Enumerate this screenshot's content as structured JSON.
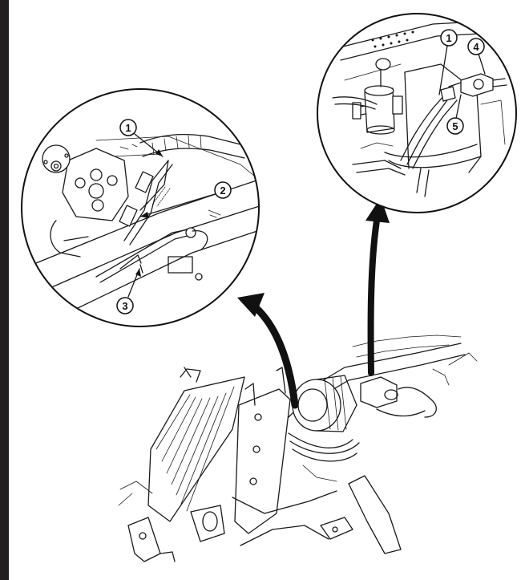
{
  "figure": {
    "left_detail_callouts": [
      {
        "id": "callout-1-left",
        "label": "1"
      },
      {
        "id": "callout-2-left",
        "label": "2"
      },
      {
        "id": "callout-3-left",
        "label": "3"
      }
    ],
    "right_detail_callouts": [
      {
        "id": "callout-1-right",
        "label": "1"
      },
      {
        "id": "callout-4-right",
        "label": "4"
      },
      {
        "id": "callout-5-right",
        "label": "5"
      }
    ],
    "colors": {
      "ink": "#1a1a1a",
      "page_edge": "#231f20",
      "background": "#ffffff"
    }
  }
}
